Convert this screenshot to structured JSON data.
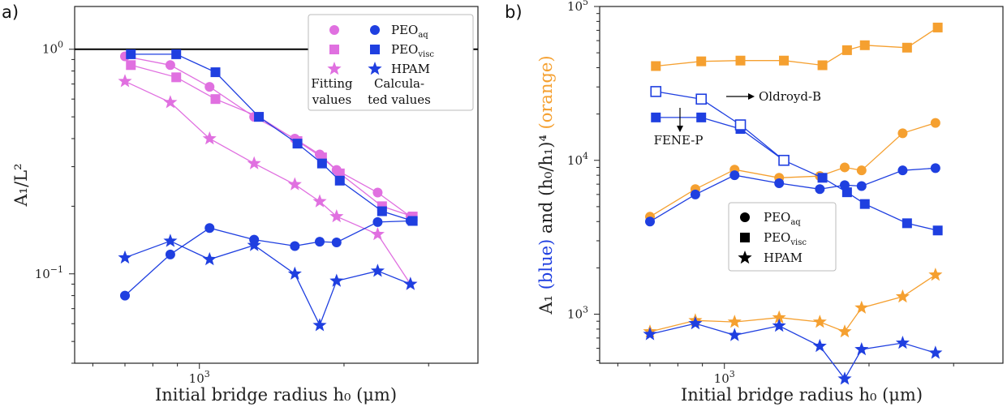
{
  "colors": {
    "blue": "#1f3fe0",
    "magenta": "#e070e0",
    "orange": "#f5a030",
    "black": "#000000"
  },
  "chart_data": [
    {
      "panel": "a)",
      "type": "line",
      "xscale": "log",
      "yscale": "log",
      "xlim": [
        550,
        3800
      ],
      "ylim": [
        0.04,
        1.55
      ],
      "xlabel": "Initial bridge radius h₀ (μm)",
      "ylabel": "A₁/L²",
      "x_ticks": [
        {
          "v": 1000,
          "base": "10",
          "exp": "3"
        }
      ],
      "y_ticks": [
        {
          "v": 1,
          "base": "10",
          "exp": "0"
        },
        {
          "v": 0.1,
          "base": "10",
          "exp": "−1"
        }
      ],
      "hline": 1,
      "legend": {
        "markers_header": [
          "Fitting values",
          "Calcula-ted values"
        ],
        "labels": [
          {
            "base": "PEO",
            "sub": "aq"
          },
          {
            "base": "PEO",
            "sub": "visc"
          },
          {
            "base": "HPAM",
            "sub": ""
          }
        ],
        "caption_left": [
          "Fitting",
          "values"
        ],
        "caption_right": [
          "Calcula-",
          "ted values"
        ]
      },
      "series": [
        {
          "color": "magenta",
          "marker": "circle",
          "x": [
            700,
            870,
            1050,
            1300,
            1580,
            1780,
            1930,
            2350,
            2750
          ],
          "y": [
            0.93,
            0.85,
            0.68,
            0.5,
            0.4,
            0.34,
            0.29,
            0.23,
            0.18
          ]
        },
        {
          "color": "magenta",
          "marker": "square",
          "x": [
            720,
            895,
            1080,
            1330,
            1600,
            1800,
            1960,
            2400,
            2780
          ],
          "y": [
            0.85,
            0.75,
            0.6,
            0.5,
            0.39,
            0.33,
            0.28,
            0.2,
            0.18
          ]
        },
        {
          "color": "magenta",
          "marker": "star",
          "x": [
            700,
            870,
            1050,
            1300,
            1580,
            1780,
            1930,
            2350,
            2750
          ],
          "y": [
            0.72,
            0.58,
            0.4,
            0.31,
            0.25,
            0.21,
            0.18,
            0.15,
            0.09
          ]
        },
        {
          "color": "blue",
          "marker": "circle",
          "x": [
            700,
            870,
            1050,
            1300,
            1580,
            1780,
            1930,
            2350,
            2750
          ],
          "y": [
            0.08,
            0.122,
            0.16,
            0.142,
            0.133,
            0.139,
            0.138,
            0.17,
            0.172
          ]
        },
        {
          "color": "blue",
          "marker": "square",
          "x": [
            720,
            895,
            1080,
            1330,
            1600,
            1800,
            1960,
            2400,
            2780
          ],
          "y": [
            0.95,
            0.95,
            0.79,
            0.5,
            0.38,
            0.31,
            0.26,
            0.19,
            0.172
          ]
        },
        {
          "color": "blue",
          "marker": "star",
          "x": [
            700,
            870,
            1050,
            1300,
            1580,
            1780,
            1930,
            2350,
            2750
          ],
          "y": [
            0.118,
            0.14,
            0.116,
            0.134,
            0.1,
            0.059,
            0.093,
            0.103,
            0.09
          ]
        }
      ]
    },
    {
      "panel": "b)",
      "type": "line",
      "xscale": "log",
      "yscale": "log",
      "xlim": [
        550,
        3800
      ],
      "ylim": [
        480,
        100000
      ],
      "xlabel": "Initial bridge radius h₀ (μm)",
      "ylabel_parts": [
        "A₁",
        "(blue)",
        "and",
        "(h₀/h₁)⁴",
        "(orange)"
      ],
      "x_ticks": [
        {
          "v": 1000,
          "base": "10",
          "exp": "3"
        }
      ],
      "y_ticks": [
        {
          "v": 100000,
          "base": "10",
          "exp": "5"
        },
        {
          "v": 10000,
          "base": "10",
          "exp": "4"
        },
        {
          "v": 1000,
          "base": "10",
          "exp": "3"
        }
      ],
      "legend": {
        "labels": [
          {
            "base": "PEO",
            "sub": "aq"
          },
          {
            "base": "PEO",
            "sub": "visc"
          },
          {
            "base": "HPAM",
            "sub": ""
          }
        ]
      },
      "annotations": [
        {
          "text": "Oldroyd-B"
        },
        {
          "text": "FENE-P"
        }
      ],
      "series": [
        {
          "color": "orange",
          "marker": "square",
          "x": [
            720,
            895,
            1080,
            1330,
            1600,
            1800,
            1960,
            2400,
            2780
          ],
          "y": [
            41000,
            44000,
            44500,
            44500,
            41500,
            52000,
            56000,
            54000,
            73000
          ]
        },
        {
          "color": "orange",
          "marker": "circle",
          "x": [
            700,
            870,
            1050,
            1300,
            1580,
            1780,
            1930,
            2350,
            2750
          ],
          "y": [
            4300,
            6500,
            8700,
            7700,
            7900,
            9000,
            8600,
            15000,
            17500
          ]
        },
        {
          "color": "orange",
          "marker": "star",
          "x": [
            700,
            870,
            1050,
            1300,
            1580,
            1780,
            1930,
            2350,
            2750
          ],
          "y": [
            770,
            910,
            890,
            950,
            890,
            770,
            1100,
            1300,
            1800
          ]
        },
        {
          "color": "blue",
          "marker": "square",
          "x": [
            720,
            895,
            1080,
            1330,
            1600,
            1800,
            1960,
            2400,
            2780
          ],
          "y": [
            19000,
            19000,
            16000,
            10000,
            7700,
            6200,
            5200,
            3900,
            3500
          ]
        },
        {
          "color": "blue",
          "marker": "open-square",
          "x": [
            720,
            895,
            1080,
            1330
          ],
          "y": [
            28000,
            25000,
            17000,
            10000
          ]
        },
        {
          "color": "blue",
          "marker": "circle",
          "x": [
            700,
            870,
            1050,
            1300,
            1580,
            1780,
            1930,
            2350,
            2750
          ],
          "y": [
            4000,
            6000,
            8000,
            7100,
            6500,
            6900,
            6800,
            8600,
            8900
          ]
        },
        {
          "color": "blue",
          "marker": "star",
          "x": [
            700,
            870,
            1050,
            1300,
            1580,
            1780,
            1930,
            2350,
            2750
          ],
          "y": [
            740,
            870,
            730,
            840,
            620,
            380,
            590,
            650,
            560
          ]
        }
      ]
    }
  ]
}
